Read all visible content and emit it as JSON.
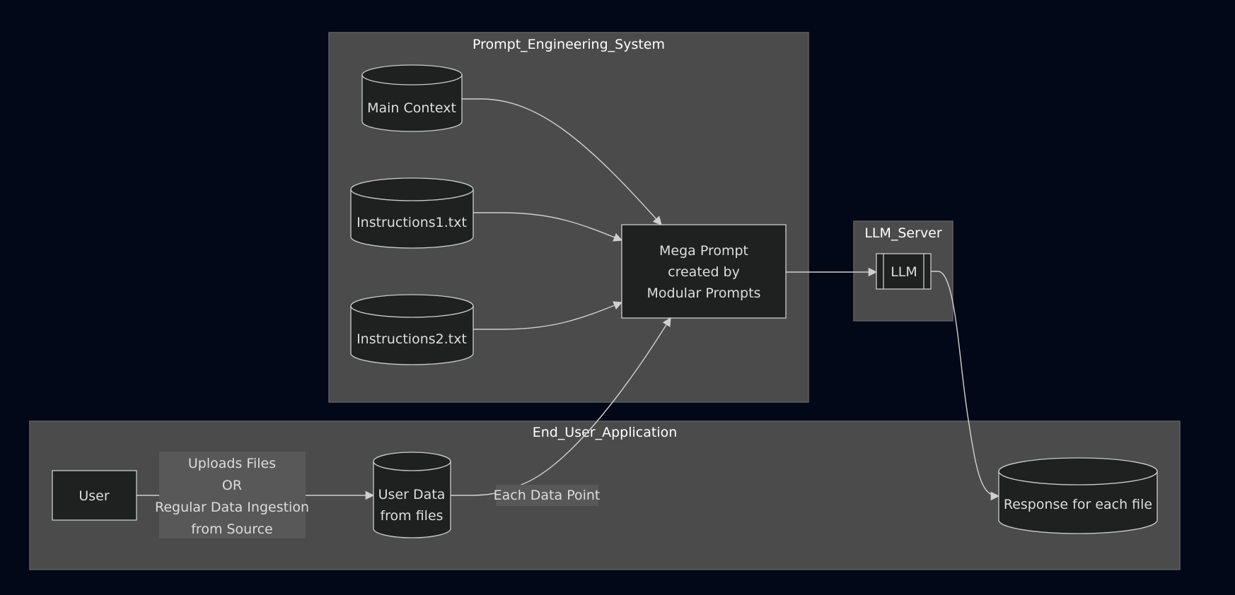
{
  "diagram": {
    "type": "flowchart",
    "theme_colors": {
      "background": "#020817",
      "cluster_fill": "#4a4b4a",
      "cluster_border": "#5e6065",
      "node_fill": "#1f2020",
      "node_border": "#cccccc",
      "text": "#dddddd",
      "edge": "#d0d0d0",
      "edge_label_bg": "#585858"
    },
    "clusters": {
      "prompt_engineering": {
        "title": "Prompt_Engineering_System"
      },
      "llm_server": {
        "title": "LLM_Server"
      },
      "end_user_app": {
        "title": "End_User_Application"
      }
    },
    "nodes": {
      "main_context": {
        "label": "Main Context",
        "shape": "cylinder"
      },
      "instructions1": {
        "label": "Instructions1.txt",
        "shape": "cylinder"
      },
      "instructions2": {
        "label": "Instructions2.txt",
        "shape": "cylinder"
      },
      "mega_prompt": {
        "lines": [
          "Mega Prompt",
          "created by",
          "Modular Prompts"
        ],
        "shape": "rectangle"
      },
      "llm": {
        "label": "LLM",
        "shape": "subroutine"
      },
      "user": {
        "label": "User",
        "shape": "rectangle"
      },
      "user_data": {
        "lines": [
          "User Data",
          "from files"
        ],
        "shape": "cylinder"
      },
      "response": {
        "label": "Response for each file",
        "shape": "cylinder"
      }
    },
    "edges": [
      {
        "from": "main_context",
        "to": "mega_prompt",
        "label": ""
      },
      {
        "from": "instructions1",
        "to": "mega_prompt",
        "label": ""
      },
      {
        "from": "instructions2",
        "to": "mega_prompt",
        "label": ""
      },
      {
        "from": "mega_prompt",
        "to": "llm",
        "label": ""
      },
      {
        "from": "llm",
        "to": "response",
        "label": ""
      },
      {
        "from": "user",
        "to": "user_data",
        "label_lines": [
          "Uploads Files",
          "OR",
          "Regular Data Ingestion",
          "from Source"
        ]
      },
      {
        "from": "user_data",
        "to": "mega_prompt",
        "label": "Each Data Point"
      }
    ]
  }
}
